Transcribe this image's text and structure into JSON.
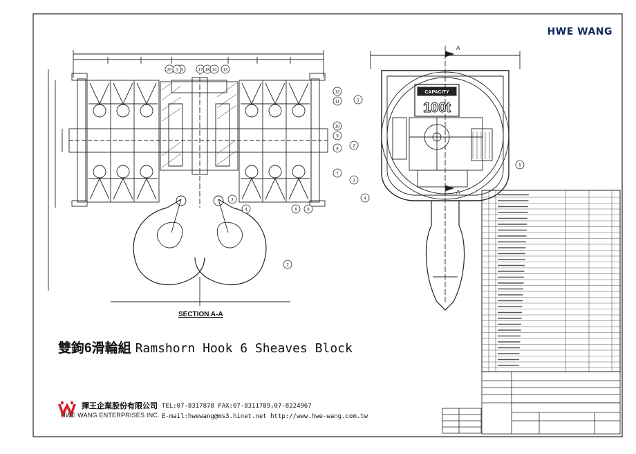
{
  "brand": "HWE WANG",
  "caption": {
    "zh": "雙鉤6滑輪組",
    "en": "Ramshorn Hook 6 Sheaves Block"
  },
  "section_label": "SECTION A-A",
  "capacity_plate": {
    "label": "CAPACITY",
    "value": "100t"
  },
  "view_marker": "A",
  "company": {
    "name_zh": "揮王企業股份有限公司",
    "name_en": "HWE WANG ENTERPRISES INC.",
    "phone": "TEL:07-8317878  FAX:07-8311789,07-8224967",
    "contact": "E-mail:hwewang@ms3.hinet.net  http://www.hwe-wang.com.tw"
  },
  "callouts_left": [
    "20",
    "21",
    "17",
    "18",
    "14",
    "13",
    "12",
    "11",
    "10",
    "9",
    "8",
    "7",
    "6",
    "5",
    "4",
    "3",
    "2",
    "1"
  ],
  "callouts_right": [
    "1",
    "2",
    "3",
    "4",
    "5"
  ],
  "colors": {
    "brand": "#0d2a5a",
    "logo": "#d8202a",
    "ink": "#111111"
  }
}
